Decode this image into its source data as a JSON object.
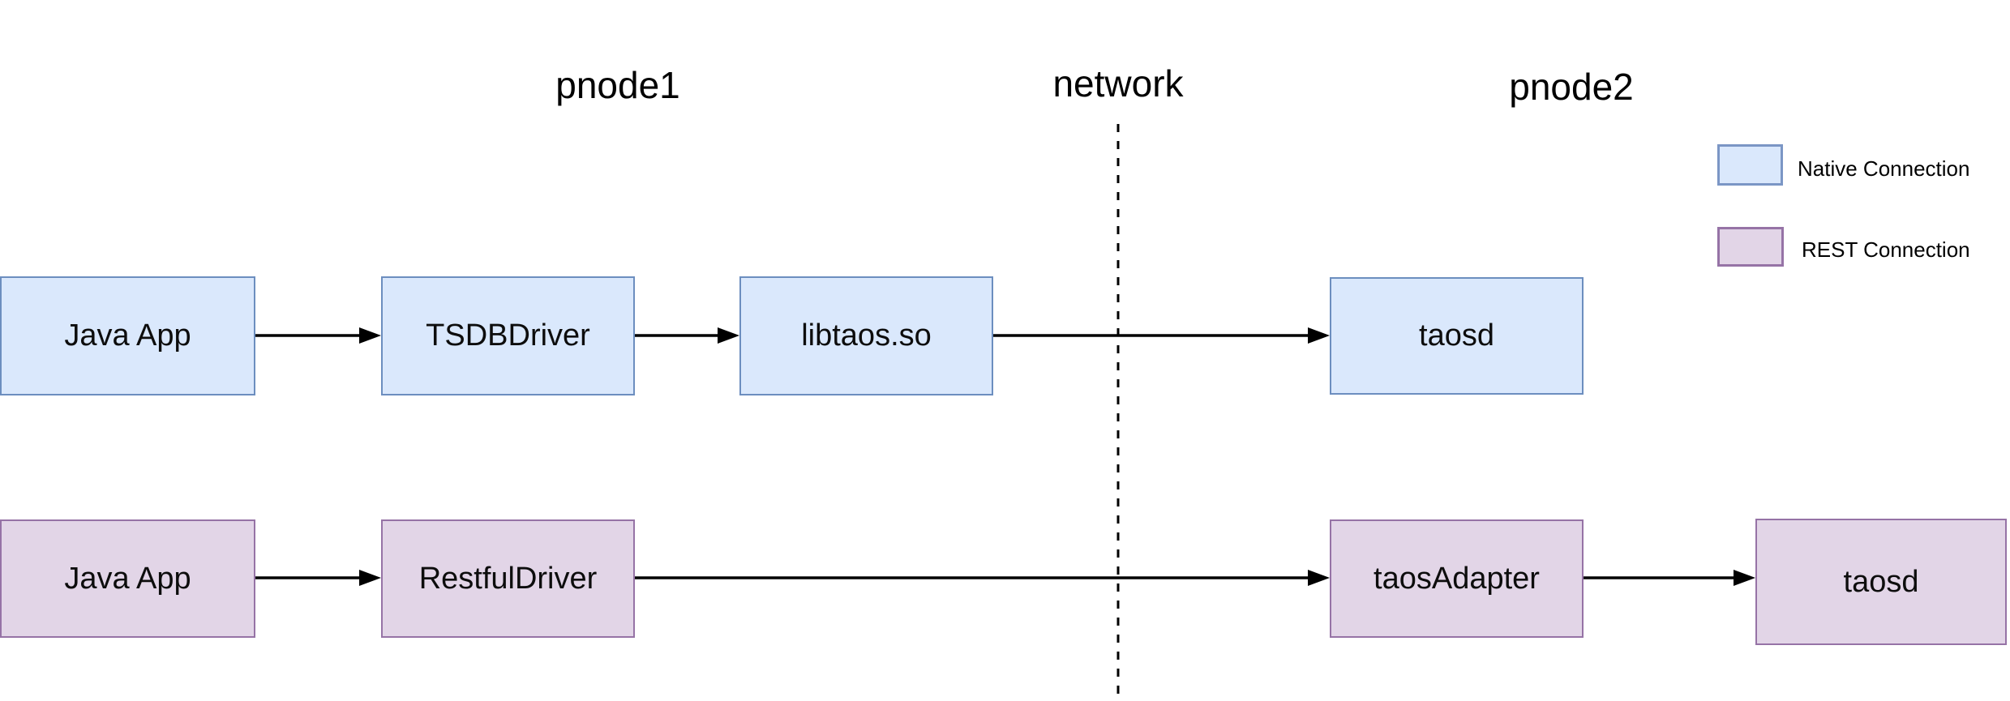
{
  "titles": [
    {
      "id": "pnode1",
      "text": "pnode1"
    },
    {
      "id": "network",
      "text": "network"
    },
    {
      "id": "pnode2",
      "text": "pnode2"
    }
  ],
  "nodes": [
    {
      "label": "Java App",
      "connection": "native",
      "zone": "pnode1"
    },
    {
      "label": "TSDBDriver",
      "connection": "native",
      "zone": "pnode1"
    },
    {
      "label": "libtaos.so",
      "connection": "native",
      "zone": "pnode1"
    },
    {
      "label": "taosd",
      "connection": "native",
      "zone": "pnode2"
    },
    {
      "label": "Java App",
      "connection": "rest",
      "zone": "pnode1"
    },
    {
      "label": "RestfulDriver",
      "connection": "rest",
      "zone": "pnode1"
    },
    {
      "label": "taosAdapter",
      "connection": "rest",
      "zone": "pnode2"
    },
    {
      "label": "taosd",
      "connection": "rest",
      "zone": "pnode2"
    }
  ],
  "edges": [
    {
      "from": "Java App",
      "to": "TSDBDriver",
      "row": "native"
    },
    {
      "from": "TSDBDriver",
      "to": "libtaos.so",
      "row": "native"
    },
    {
      "from": "libtaos.so",
      "to": "taosd",
      "row": "native",
      "crosses": "network"
    },
    {
      "from": "Java App",
      "to": "RestfulDriver",
      "row": "rest"
    },
    {
      "from": "RestfulDriver",
      "to": "taosAdapter",
      "row": "rest",
      "crosses": "network"
    },
    {
      "from": "taosAdapter",
      "to": "taosd",
      "row": "rest"
    }
  ],
  "legend": [
    {
      "label": "Native Connection",
      "fill": "#dae8fc",
      "border": "#6c8ebf"
    },
    {
      "label": "REST Connection",
      "fill": "#e2d5e7",
      "border": "#9673a6"
    }
  ],
  "colors": {
    "native_fill": "#dae8fc",
    "native_border": "#6c8ebf",
    "rest_fill": "#e2d5e7",
    "rest_border": "#9673a6",
    "connector": "#000000",
    "network_divider": "#000000",
    "background": "#ffffff"
  }
}
